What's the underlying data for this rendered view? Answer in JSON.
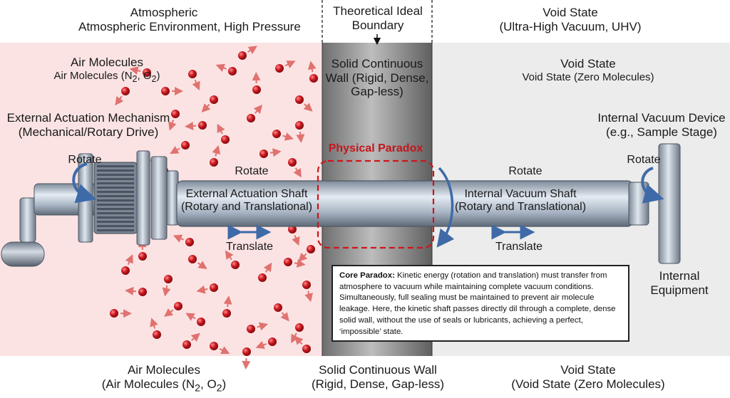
{
  "labels": {
    "top_left_1": "Atmospheric",
    "top_left_2": "Atmospheric Environment, High Pressure",
    "top_center_1": "Theoretical Ideal",
    "top_center_2": "Boundary",
    "top_right_1": "Void State",
    "top_right_2": "(Ultra-High Vacuum, UHV)",
    "air_title": "Air Molecules",
    "air_sub_prefix": "Air Molecules (N",
    "air_sub_mid": ", O",
    "air_sub_end": ")",
    "sub_2": "2",
    "wall_1": "Solid Continuous",
    "wall_2": "Wall (Rigid, Dense,",
    "wall_3": "Gap-less)",
    "void_title": "Void State",
    "void_sub": "Void State (Zero Molecules)",
    "ext_mech_1": "External Actuation Mechanism",
    "ext_mech_2": "(Mechanical/Rotary Drive)",
    "int_dev_1": "Internal Vacuum Device",
    "int_dev_2": "(e.g., Sample Stage)",
    "paradox": "Physical Paradox",
    "rotate": "Rotate",
    "translate": "Translate",
    "ext_shaft_1": "External Actuation Shaft",
    "ext_shaft_2": "(Rotary and Translational)",
    "int_shaft_1": "Internal Vacuum Shaft",
    "int_shaft_2": "(Rotary and Translational)",
    "int_equip_1": "Internal",
    "int_equip_2": "Equipment",
    "bottom_left_1": "Air Molecules",
    "bottom_left_2_prefix": "(Air Molecules (N",
    "bottom_left_2_end": ")",
    "bottom_center_1": "Solid Continuous Wall",
    "bottom_center_2": "(Rigid, Dense, Gap-less)",
    "bottom_right_1": "Void State",
    "bottom_right_2": "(Void State (Zero Molecules)"
  },
  "core_note": {
    "heading": "Core Paradox:",
    "text": " Kinetic energy (rotation and translation) must transfer from atmosphere to vacuum while maintaining complete vacuum conditions. Simultaneously, full sealing must be maintained to prevent air molecule leakage. Here, the kinetic shaft passes directly dil through a complete, dense solid wall, without the use of seals or lubricants, achieving a perfect, ‘impossible’ state."
  },
  "colors": {
    "atmosphere_bg": "#fbe3e3",
    "vacuum_bg": "#e9e9e9",
    "wall": "#8a8a8a",
    "molecule": "#c8161d",
    "paradox": "#d0141a",
    "shaft": "#a9b7c8",
    "arrow": "#3e6aa8"
  }
}
